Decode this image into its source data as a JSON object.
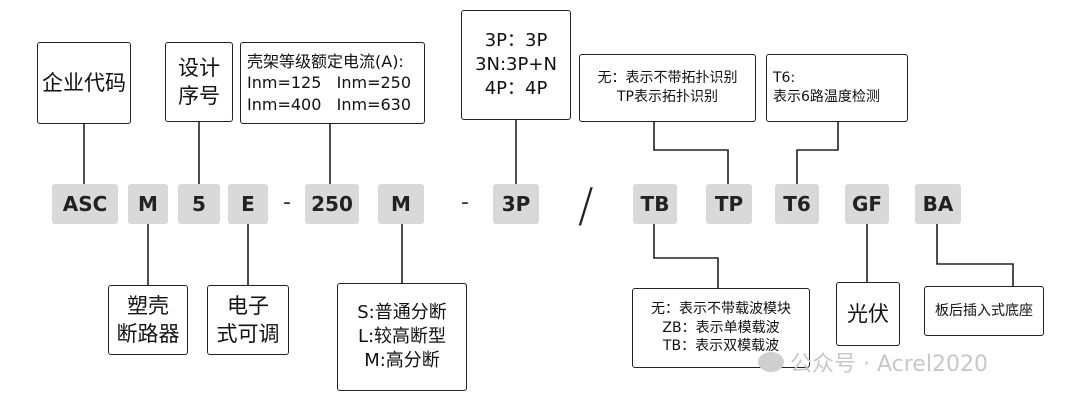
{
  "codes": [
    "ASC",
    "M",
    "5",
    "E",
    "250",
    "M",
    "3P",
    "TB",
    "TP",
    "T6",
    "GF",
    "BA"
  ],
  "separators": {
    "dash1": "-",
    "dash2": "-",
    "slash": "/"
  },
  "top_boxes": {
    "enterprise_code": "企业代码",
    "design_serial": [
      "设计",
      "序号"
    ],
    "rated_current": [
      "壳架等级额定电流(A):",
      "Inm=125   Inm=250",
      "Inm=400   Inm=630"
    ],
    "poles": [
      "3P：3P",
      "3N:3P+N",
      "4P：4P"
    ],
    "topology": [
      "无：表示不带拓扑识别",
      "TP表示拓扑识别"
    ],
    "temperature": [
      "T6:",
      "表示6路温度检测"
    ]
  },
  "bottom_boxes": {
    "breaker_type": [
      "塑壳",
      "断路器"
    ],
    "operation": [
      "电子",
      "式可调"
    ],
    "breaking": [
      "S:普通分断",
      "L:较高断型",
      "M:高分断"
    ],
    "carrier": [
      "无：表示不带载波模块",
      "ZB：表示单模载波",
      "TB：表示双模载波"
    ],
    "photovoltaic": "光伏",
    "base": "板后插入式底座"
  },
  "watermark": "公众号 · Acrel2020"
}
